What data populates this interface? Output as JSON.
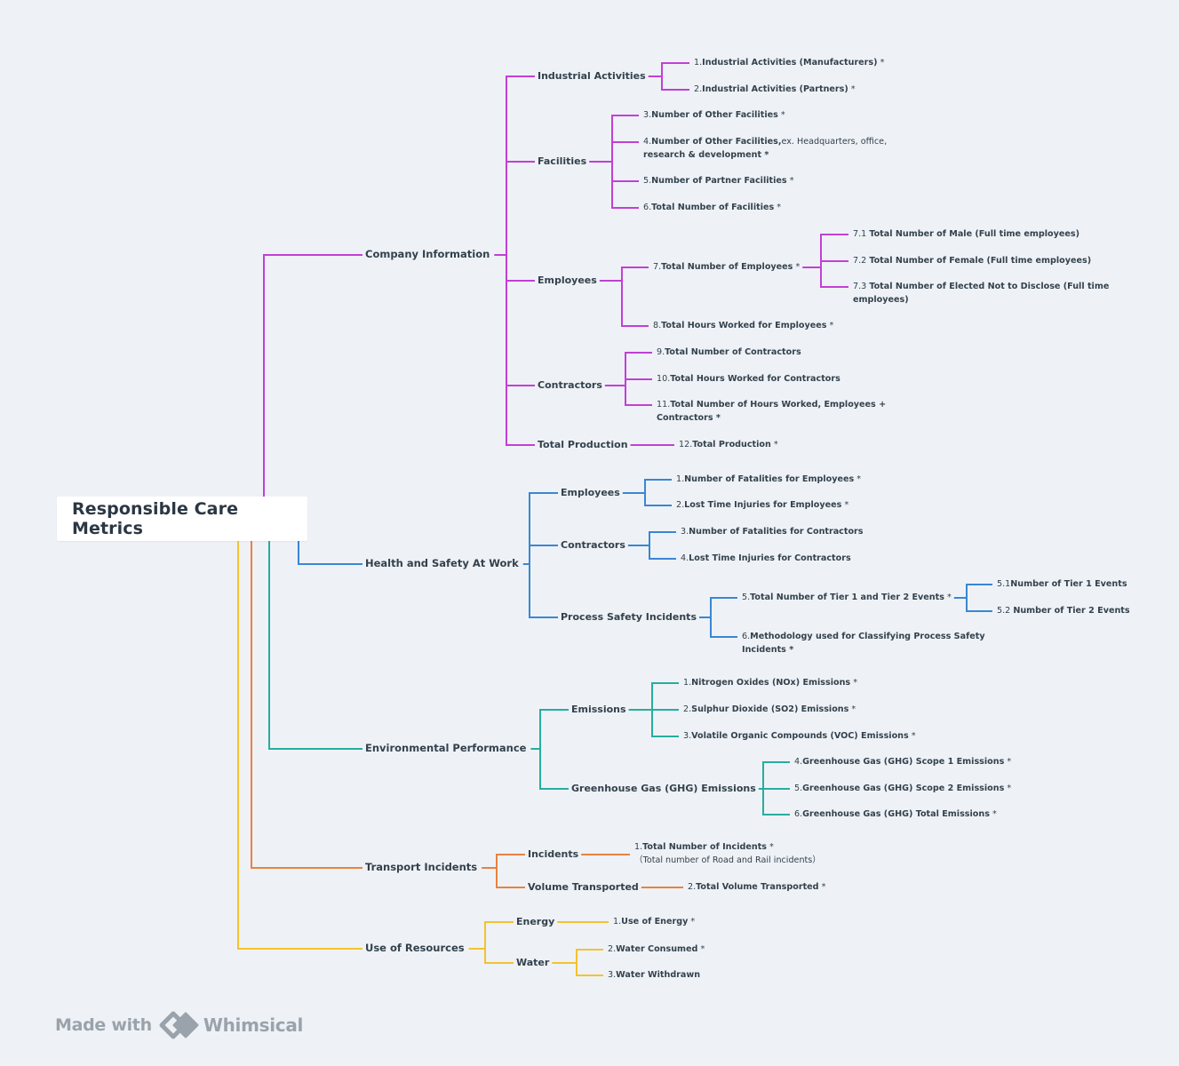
{
  "root": {
    "label": "Responsible Care Metrics"
  },
  "branches": [
    {
      "label": "Company Information",
      "color": "#c23fd6",
      "groups": [
        {
          "label": "Industrial Activities",
          "items": [
            {
              "num": "1.",
              "text": "Industrial Activities (Manufacturers)",
              "req": " *"
            },
            {
              "num": "2.",
              "text": "Industrial Activities (Partners)",
              "req": " *"
            }
          ]
        },
        {
          "label": "Facilities",
          "items": [
            {
              "num": "3.",
              "text": "Number of Other Facilities",
              "req": " *"
            },
            {
              "num": "4.",
              "text": "Number of Other Facilities,",
              "rest": "ex. Headquarters, office,",
              "line2": "research & development *"
            },
            {
              "num": "5.",
              "text": "Number of Partner Facilities",
              "req": " *"
            },
            {
              "num": "6.",
              "text": "Total Number of Facilities",
              "req": " *"
            }
          ]
        },
        {
          "label": "Employees",
          "items": [
            {
              "num": "7.",
              "text": "Total Number of Employees",
              "req": " *",
              "children": [
                {
                  "num": "7.1 ",
                  "text": "Total Number of Male (Full time employees)"
                },
                {
                  "num": "7.2 ",
                  "text": "Total Number of Female (Full time employees)"
                },
                {
                  "num": "7.3 ",
                  "text": "Total Number of Elected Not to Disclose (Full time",
                  "line2": "employees)"
                }
              ]
            },
            {
              "num": "8.",
              "text": "Total Hours Worked for Employees",
              "req": " *"
            }
          ]
        },
        {
          "label": "Contractors",
          "items": [
            {
              "num": "9.",
              "text": "Total Number of Contractors"
            },
            {
              "num": "10.",
              "text": "Total Hours Worked for Contractors"
            },
            {
              "num": "11.",
              "text": "Total Number of Hours Worked, Employees +",
              "line2": "Contractors *"
            }
          ]
        },
        {
          "label": "Total Production",
          "items": [
            {
              "num": "12.",
              "text": "Total Production",
              "req": " *"
            }
          ]
        }
      ]
    },
    {
      "label": "Health and Safety At Work",
      "color": "#3a86d4",
      "groups": [
        {
          "label": "Employees",
          "items": [
            {
              "num": "1.",
              "text": "Number of Fatalities for Employees",
              "req": " *"
            },
            {
              "num": "2.",
              "text": "Lost Time Injuries for Employees",
              "req": " *"
            }
          ]
        },
        {
          "label": "Contractors",
          "items": [
            {
              "num": "3.",
              "text": "Number of Fatalities for Contractors"
            },
            {
              "num": "4.",
              "text": "Lost Time Injuries for Contractors"
            }
          ]
        },
        {
          "label": "Process Safety Incidents",
          "items": [
            {
              "num": "5.",
              "text": "Total Number of Tier 1 and Tier 2 Events",
              "req": " *",
              "children": [
                {
                  "num": "5.1",
                  "text": "Number of Tier 1 Events"
                },
                {
                  "num": "5.2 ",
                  "text": "Number of Tier 2 Events"
                }
              ]
            },
            {
              "num": "6.",
              "text": "Methodology used for Classifying Process Safety",
              "line2": "Incidents *"
            }
          ]
        }
      ]
    },
    {
      "label": "Environmental Performance",
      "color": "#27ad9f",
      "groups": [
        {
          "label": "Emissions",
          "items": [
            {
              "num": "1.",
              "text": "Nitrogen Oxides (NOx) Emissions",
              "req": " *"
            },
            {
              "num": "2.",
              "text": "Sulphur Dioxide (SO2) Emissions",
              "req": " *"
            },
            {
              "num": "3.",
              "text": "Volatile Organic Compounds (VOC) Emissions",
              "req": " *"
            }
          ]
        },
        {
          "label": "Greenhouse Gas (GHG) Emissions",
          "items": [
            {
              "num": "4.",
              "text": "Greenhouse Gas (GHG) Scope 1 Emissions",
              "req": " *"
            },
            {
              "num": "5.",
              "text": "Greenhouse Gas (GHG) Scope 2 Emissions",
              "req": " *"
            },
            {
              "num": "6.",
              "text": "Greenhouse Gas (GHG) Total Emissions",
              "req": " *"
            }
          ]
        }
      ]
    },
    {
      "label": "Transport Incidents",
      "color": "#e8823f",
      "groups": [
        {
          "label": "Incidents",
          "items": [
            {
              "num": "1.",
              "text": "Total Number of Incidents",
              "req": " *",
              "line2plain": "（Total number of Road and Rail incidents）"
            }
          ]
        },
        {
          "label": "Volume Transported",
          "items": [
            {
              "num": "2.",
              "text": "Total Volume Transported",
              "req": " *"
            }
          ]
        }
      ]
    },
    {
      "label": "Use of Resources",
      "color": "#f4c22f",
      "groups": [
        {
          "label": "Energy",
          "items": [
            {
              "num": "1.",
              "text": "Use of Energy",
              "req": " *"
            }
          ]
        },
        {
          "label": "Water",
          "items": [
            {
              "num": "2.",
              "text": "Water Consumed",
              "req": " *"
            },
            {
              "num": "3.",
              "text": "Water Withdrawn"
            }
          ]
        }
      ]
    }
  ],
  "branding": {
    "made_with": "Made with",
    "name": "Whimsical"
  }
}
